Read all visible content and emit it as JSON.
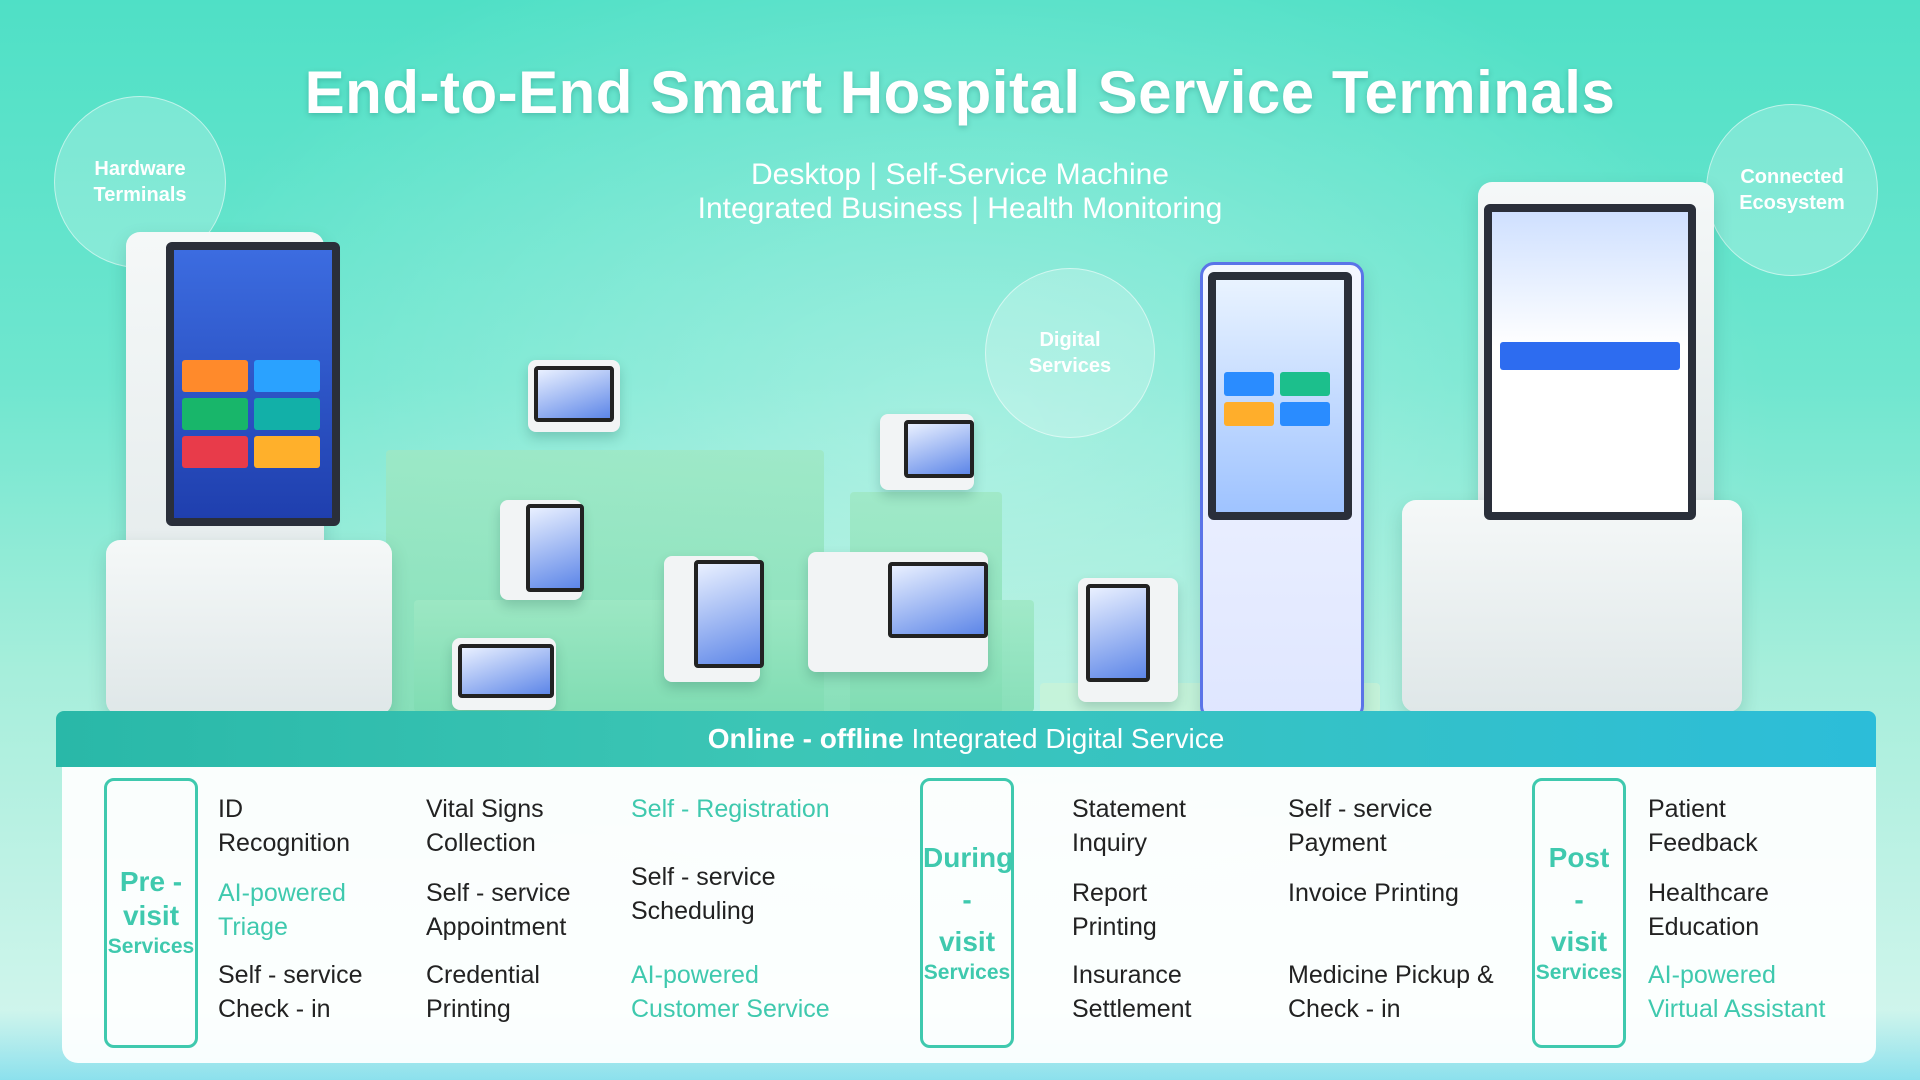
{
  "title": "End-to-End Smart Hospital Service Terminals",
  "subtitle": [
    "Desktop | Self-Service Machine",
    "Integrated Business | Health Monitoring"
  ],
  "bubbles": {
    "hardware": [
      "Hardware",
      "Terminals"
    ],
    "digital": [
      "Digital",
      "Services"
    ],
    "connected": [
      "Connected",
      "Ecosystem"
    ]
  },
  "banner": {
    "bold": "Online - offline",
    "rest": "Integrated  Digital Service"
  },
  "phases": {
    "pre": {
      "line1": "Pre -",
      "line2": "visit",
      "line3": "Services"
    },
    "during": {
      "line1": "During",
      "line2": "-",
      "line3": "visit",
      "line4": "Services"
    },
    "post": {
      "line1": "Post",
      "line2": "-",
      "line3": "visit",
      "line4": "Services"
    }
  },
  "services": {
    "pre_col1": [
      "ID Recognition",
      "AI-powered Triage",
      "Self - service Check - in"
    ],
    "pre_col2": [
      "Vital Signs Collection",
      "Self - service Appointment",
      "Credential Printing"
    ],
    "pre_col3": [
      "Self - Registration",
      "Self - service Scheduling",
      "AI-powered Customer Service"
    ],
    "during_col1": [
      "Statement Inquiry",
      "Report Printing",
      "Insurance Settlement"
    ],
    "during_col2": [
      "Self - service Payment",
      "Invoice Printing",
      "Medicine Pickup & Check - in"
    ],
    "post_col1": [
      "Patient Feedback",
      "Healthcare Education",
      "AI-powered Virtual Assistant"
    ]
  },
  "colors": {
    "accent": "#3fc9ae",
    "banner": "#29b8a8",
    "text": "#222222"
  }
}
